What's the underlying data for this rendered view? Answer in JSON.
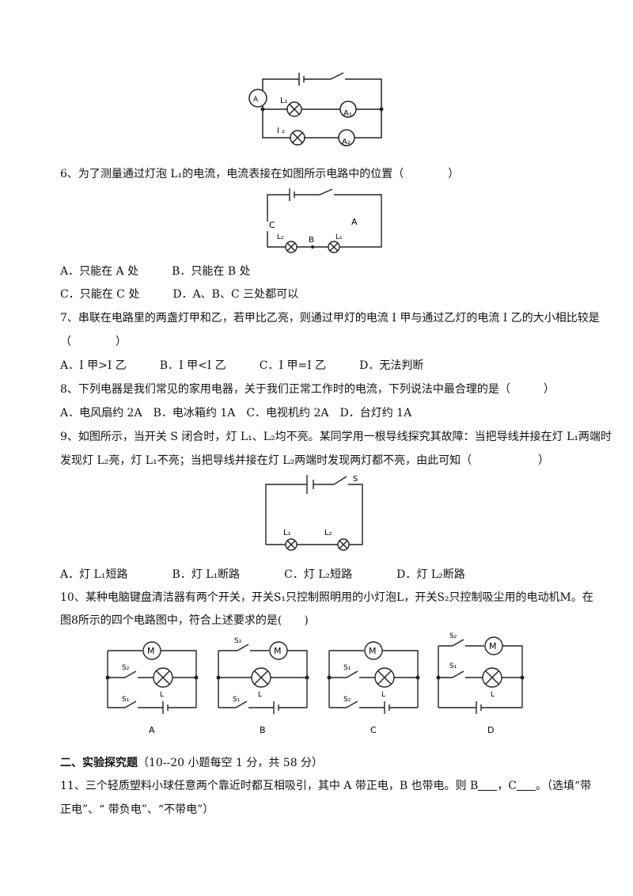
{
  "fig5": {
    "l1": "L₁",
    "l2": "I ₂",
    "ammeter": "A",
    "a1": "A₁",
    "a2": "A₂"
  },
  "q6": {
    "stem": "6、为了测量通过灯泡 L₁的电流，电流表接在如图所示电路中的位置（　　　　）",
    "fig": {
      "A": "A",
      "B": "B",
      "C": "C",
      "L1": "L₁",
      "L2": "L₂"
    },
    "opt_ab": "A．只能在 A 处　　　B．只能在 B 处",
    "opt_cd": "C．只能在 C 处　　　D．A、B、C 三处都可以"
  },
  "q7": {
    "stem1": "7、串联在电路里的两盏灯甲和乙，若甲比乙亮，则通过甲灯的电流 I 甲与通过乙灯的电流 I 乙的大小相比较是",
    "stem2": "（　　　　）",
    "opts": "A．I 甲>I 乙　　　B．I 甲<I 乙　　　C．I 甲=I 乙　　　D．无法判断"
  },
  "q8": {
    "stem": "8、下列电器是我们常见的家用电器，关于我们正常工作时的电流，下列说法中最合理的是（　　　）",
    "opts": "A．电风扇约 2A　B．电冰箱约 1A　C．电视机约 2A　D．台灯约 1A"
  },
  "q9": {
    "stem1": "9、如图所示，当开关 S 闭合时，灯 L₁、L₂均不亮。某同学用一根导线探究其故障：当把导线并接在灯 L₁两端时",
    "stem2": "发现灯 L₂亮，灯 L₁不亮；当把导线并接在灯 L₂两端时发现两灯都不亮，由此可知（　　　　　　）",
    "fig": {
      "S": "S",
      "L1": "L₁",
      "L2": "L₂"
    },
    "opts": "A．灯 L₁短路　　　　B．灯 L₁断路　　　　C．灯 L₂短路　　　　D．灯 L₂断路"
  },
  "q10": {
    "stem1": "10、某种电脑键盘清洁器有两个开关，开关S₁只控制照明用的小灯泡L，开关S₂只控制吸尘用的电动机M。在",
    "stem2": "图8所示的四个电路图中，符合上述要求的是(　　)",
    "circuits": [
      {
        "label": "A",
        "top": "M",
        "mid_switch": "S₂",
        "lamp": "L",
        "bot_switch": "S₁"
      },
      {
        "label": "B",
        "top_switch": "S₂",
        "top": "M",
        "lamp": "L",
        "bot_switch": "S₁"
      },
      {
        "label": "C",
        "top": "M",
        "mid_switch": "S₁",
        "lamp": "L",
        "bot_switch": "S₂"
      },
      {
        "label": "D",
        "top_switch": "S₂",
        "top": "M",
        "mid_switch": "S₁",
        "lamp": "L"
      }
    ]
  },
  "section2": {
    "title": "二、实验探究题",
    "note": "（10--20 小题每空 1 分，共 58 分）"
  },
  "q11": {
    "stem_a": "11、三个轻质塑料小球任意两个靠近时都互相吸引，其中 A 带正电，B 也带电。则 B",
    "stem_b": "，C",
    "stem_c": "。（选填“带",
    "stem2": "正电”、“ 带负电”、“不带电”）"
  }
}
